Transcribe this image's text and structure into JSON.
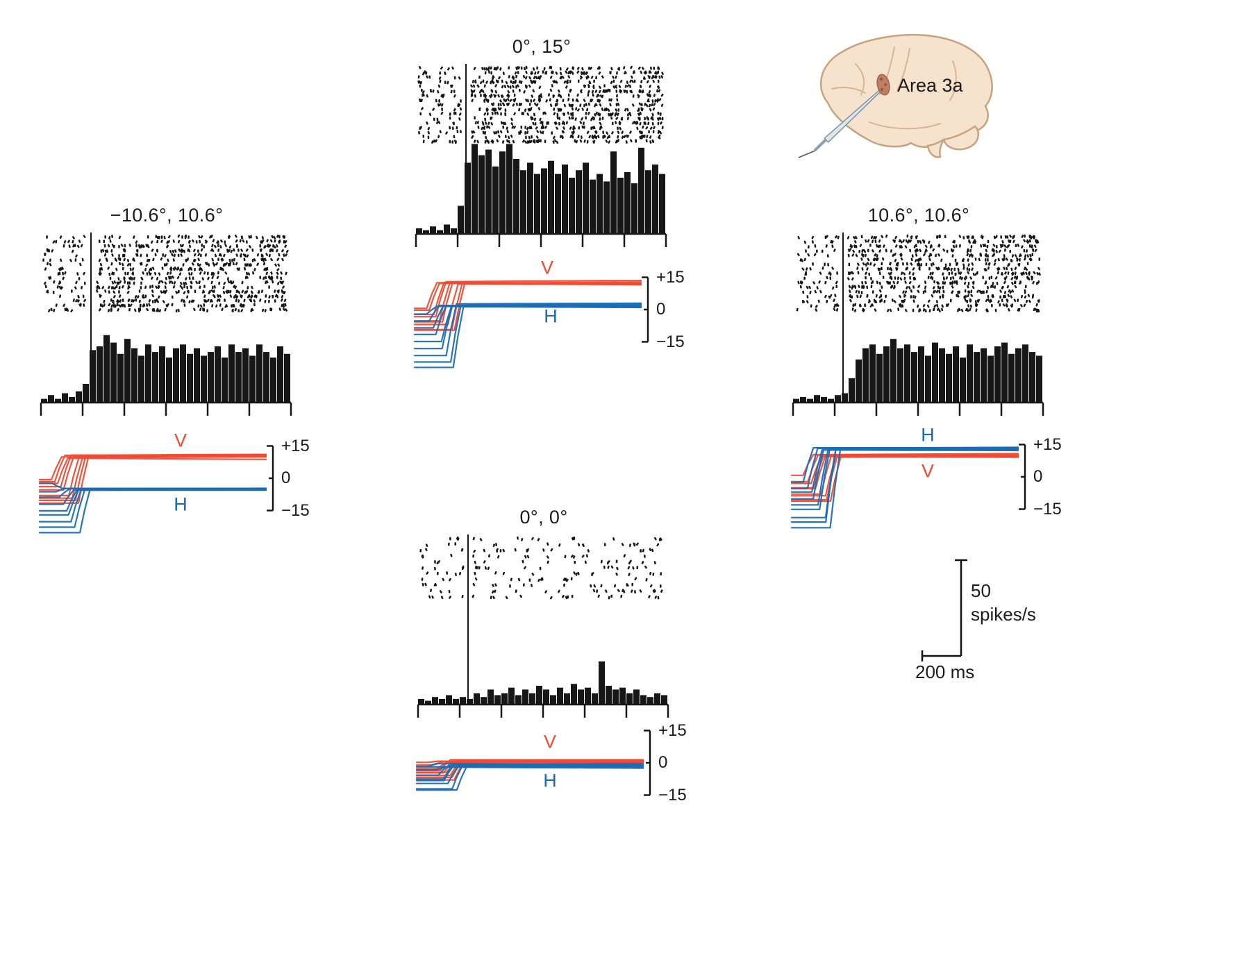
{
  "colors": {
    "v_trace": "#ef4b33",
    "h_trace": "#1c6bb4",
    "spikes": "#171717",
    "axis": "#171717"
  },
  "brain_inset": {
    "label": "Area 3a"
  },
  "scalebar": {
    "rate_value": "50",
    "rate_units": "spikes/s",
    "time_label": "200 ms"
  },
  "chart_data": [
    {
      "position": "top-center",
      "title": "0°, 15°",
      "raster": {
        "type": "scatter",
        "label": "spike raster",
        "trials": 17,
        "pre_spikes_per_trial": 6,
        "post_spikes_per_trial": 46,
        "stim_onset_frac": 0.2
      },
      "histogram": {
        "type": "bar",
        "units": "spikes/s",
        "bin_values": [
          3,
          2,
          4,
          2,
          5,
          3,
          15,
          38,
          48,
          42,
          45,
          36,
          44,
          48,
          40,
          34,
          38,
          32,
          35,
          39,
          32,
          37,
          30,
          34,
          38,
          29,
          32,
          28,
          44,
          30,
          33,
          27,
          46,
          34,
          37,
          32
        ]
      },
      "eye_traces": {
        "type": "line",
        "ylim": [
          -15,
          15
        ],
        "scale_ticks": [
          "+15",
          "0",
          "−15"
        ],
        "label_order": [
          "V",
          "H"
        ],
        "series": [
          {
            "name": "V",
            "color_key": "v_trace",
            "end_deg": 12.5,
            "start_range_deg": [
              -10,
              1
            ]
          },
          {
            "name": "H",
            "color_key": "h_trace",
            "end_deg": 2,
            "start_range_deg": [
              -27,
              -2
            ]
          }
        ]
      }
    },
    {
      "position": "left",
      "title": "−10.6°, 10.6°",
      "raster": {
        "type": "scatter",
        "label": "spike raster",
        "trials": 17,
        "pre_spikes_per_trial": 5,
        "post_spikes_per_trial": 42,
        "stim_onset_frac": 0.2
      },
      "histogram": {
        "type": "bar",
        "units": "spikes/s",
        "bin_values": [
          2,
          4,
          2,
          5,
          3,
          6,
          10,
          28,
          30,
          36,
          32,
          26,
          34,
          29,
          25,
          31,
          27,
          30,
          24,
          29,
          31,
          26,
          29,
          25,
          27,
          30,
          24,
          31,
          27,
          29,
          25,
          31,
          27,
          24,
          30,
          26
        ]
      },
      "eye_traces": {
        "type": "line",
        "ylim": [
          -15,
          15
        ],
        "scale_ticks": [
          "+15",
          "0",
          "−15"
        ],
        "label_order": [
          "V",
          "H"
        ],
        "series": [
          {
            "name": "V",
            "color_key": "v_trace",
            "end_deg": 10,
            "start_range_deg": [
              -12,
              0
            ]
          },
          {
            "name": "H",
            "color_key": "h_trace",
            "end_deg": -5.5,
            "start_range_deg": [
              -26,
              -3
            ]
          }
        ]
      }
    },
    {
      "position": "right",
      "title": "10.6°, 10.6°",
      "raster": {
        "type": "scatter",
        "label": "spike raster",
        "trials": 17,
        "pre_spikes_per_trial": 5,
        "post_spikes_per_trial": 40,
        "stim_onset_frac": 0.2
      },
      "histogram": {
        "type": "bar",
        "units": "spikes/s",
        "bin_values": [
          2,
          3,
          2,
          4,
          3,
          2,
          4,
          5,
          13,
          23,
          29,
          31,
          26,
          30,
          34,
          29,
          31,
          27,
          30,
          25,
          32,
          29,
          26,
          30,
          24,
          31,
          27,
          29,
          25,
          30,
          32,
          26,
          29,
          31,
          27,
          25
        ]
      },
      "eye_traces": {
        "type": "line",
        "ylim": [
          -15,
          15
        ],
        "scale_ticks": [
          "+15",
          "0",
          "−15"
        ],
        "label_order": [
          "H",
          "V"
        ],
        "series": [
          {
            "name": "V",
            "color_key": "v_trace",
            "end_deg": 9.5,
            "start_range_deg": [
              -12,
              0
            ]
          },
          {
            "name": "H",
            "color_key": "h_trace",
            "end_deg": 13,
            "start_range_deg": [
              -24,
              -2
            ]
          }
        ]
      }
    },
    {
      "position": "bottom-center",
      "title": "0°, 0°",
      "raster": {
        "type": "scatter",
        "label": "spike raster",
        "trials": 11,
        "pre_spikes_per_trial": 4,
        "post_spikes_per_trial": 15,
        "stim_onset_frac": 0.2
      },
      "histogram": {
        "type": "bar",
        "units": "spikes/s",
        "bin_values": [
          3,
          2,
          4,
          3,
          5,
          3,
          4,
          3,
          6,
          4,
          8,
          5,
          6,
          9,
          5,
          8,
          6,
          10,
          8,
          5,
          9,
          6,
          11,
          8,
          9,
          6,
          23,
          10,
          8,
          9,
          6,
          8,
          5,
          4,
          6,
          5
        ]
      },
      "eye_traces": {
        "type": "line",
        "ylim": [
          -15,
          15
        ],
        "scale_ticks": [
          "+15",
          "0",
          "−15"
        ],
        "label_order": [
          "V",
          "H"
        ],
        "series": [
          {
            "name": "V",
            "color_key": "v_trace",
            "end_deg": 0.8,
            "start_range_deg": [
              -8,
              0
            ]
          },
          {
            "name": "H",
            "color_key": "h_trace",
            "end_deg": -1.2,
            "start_range_deg": [
              -13,
              -1
            ]
          }
        ]
      }
    }
  ]
}
